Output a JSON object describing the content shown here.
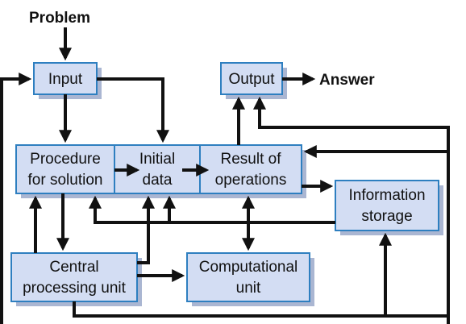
{
  "labels": {
    "problem": "Problem",
    "answer": "Answer"
  },
  "nodes": {
    "input": "Input",
    "output": "Output",
    "procedure": [
      "Procedure",
      "for solution"
    ],
    "initial_data": [
      "Initial",
      "data"
    ],
    "result": [
      "Result of",
      "operations"
    ],
    "storage": [
      "Information",
      "storage"
    ],
    "cpu": [
      "Central",
      "processing unit"
    ],
    "computational": [
      "Computational",
      "unit"
    ]
  },
  "colors": {
    "box_fill": "#d3ddf3",
    "box_border": "#2e7fc0",
    "shadow": "#aab6d2",
    "arrows": "#111111"
  }
}
